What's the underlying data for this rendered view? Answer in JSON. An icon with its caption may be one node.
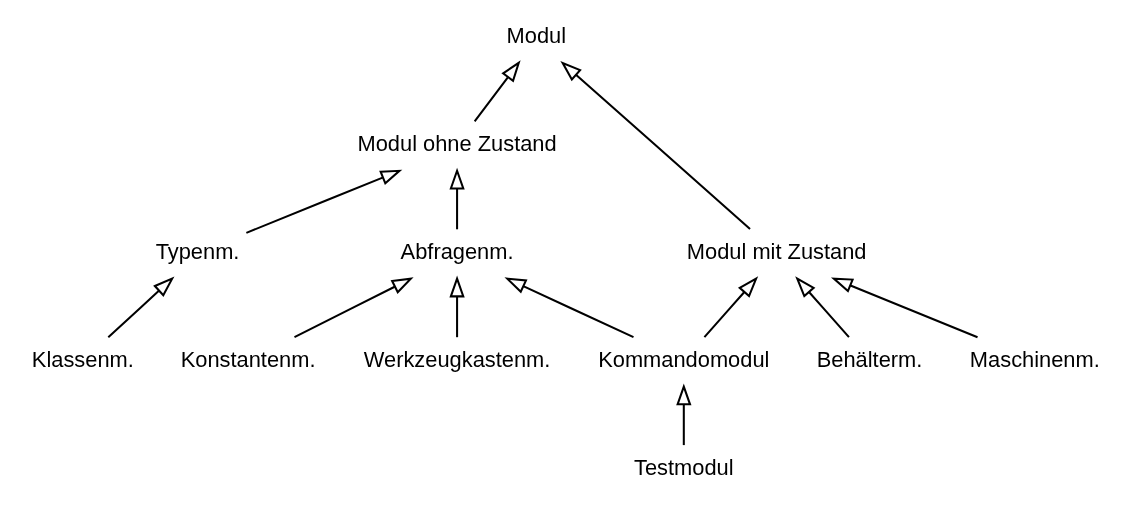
{
  "diagram": {
    "nodes": [
      {
        "text": [
          "Modul"
        ]
      },
      {
        "text": [
          "Modul ohne Zustand"
        ]
      },
      {
        "text": [
          "Modul mit Zustand"
        ]
      },
      {
        "text": [
          "Typenm."
        ]
      },
      {
        "text": [
          "Abfragenm."
        ]
      },
      {
        "text": [
          "Behälterm."
        ]
      },
      {
        "text": [
          "Maschinenm."
        ]
      },
      {
        "text": [
          "Klassenm."
        ]
      },
      {
        "text": [
          "Konstantenm."
        ]
      },
      {
        "text": [
          "Werkzeugkastenm."
        ]
      },
      {
        "text": [
          "Kommandomodul"
        ]
      },
      {
        "text": [
          "Testmodul"
        ]
      }
    ],
    "edges": [
      {
        "from": 1,
        "to": 0,
        "arrow": "to"
      },
      {
        "from": 2,
        "to": 0,
        "arrow": "to"
      },
      {
        "from": 3,
        "to": 1,
        "arrow": "to"
      },
      {
        "from": 4,
        "to": 1,
        "arrow": "to"
      },
      {
        "from": 5,
        "to": 2,
        "arrow": "to"
      },
      {
        "from": 6,
        "to": 2,
        "arrow": "to"
      },
      {
        "from": 10,
        "to": 2,
        "arrow": "to"
      },
      {
        "from": 7,
        "to": 3,
        "arrow": "to"
      },
      {
        "from": 8,
        "to": 4,
        "arrow": "to"
      },
      {
        "from": 9,
        "to": 4,
        "arrow": "to"
      },
      {
        "from": 10,
        "to": 4,
        "arrow": "to"
      },
      {
        "from": 11,
        "to": 10,
        "arrow": "to"
      }
    ]
  }
}
